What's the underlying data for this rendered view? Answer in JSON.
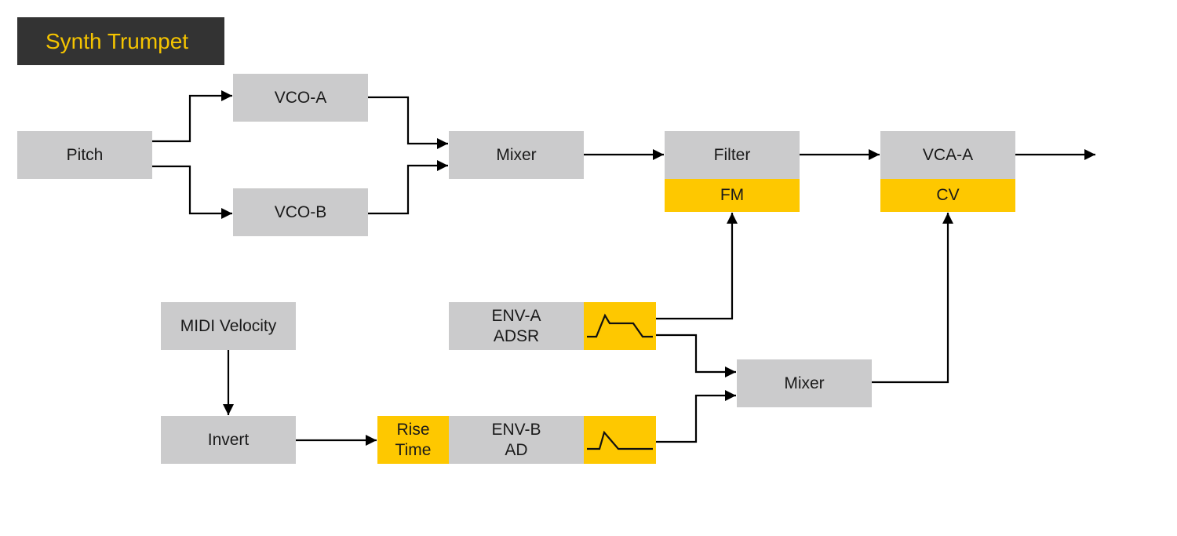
{
  "title": "Synth Trumpet",
  "blocks": {
    "pitch": "Pitch",
    "vco_a": "VCO-A",
    "vco_b": "VCO-B",
    "mixer_top": "Mixer",
    "filter": "Filter",
    "filter_fm": "FM",
    "vca_a": "VCA-A",
    "vca_cv": "CV",
    "midi_velocity": "MIDI Velocity",
    "invert": "Invert",
    "env_a_line1": "ENV-A",
    "env_a_line2": "ADSR",
    "rise_line1": "Rise",
    "rise_line2": "Time",
    "env_b_line1": "ENV-B",
    "env_b_line2": "AD",
    "mixer_bottom": "Mixer"
  },
  "icons": {
    "env_a_shape": "adsr-envelope-icon",
    "env_b_shape": "ad-envelope-icon"
  },
  "colors": {
    "block": "#cbcbcc",
    "highlight": "#fec800",
    "title_bg": "#333333",
    "title_text": "#f5c400"
  }
}
